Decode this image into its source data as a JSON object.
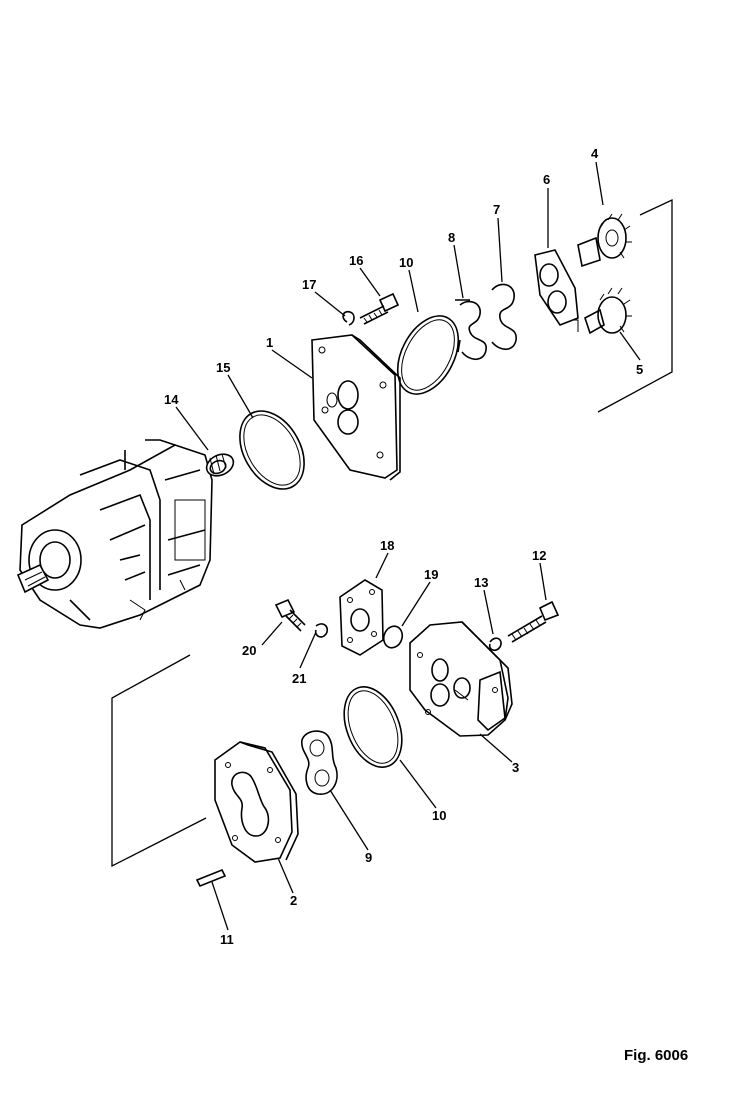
{
  "figure": {
    "caption": "Fig. 6006"
  },
  "callouts": {
    "c1": "1",
    "c2": "2",
    "c3": "3",
    "c4": "4",
    "c5": "5",
    "c6": "6",
    "c7": "7",
    "c8": "8",
    "c9": "9",
    "c10a": "10",
    "c10b": "10",
    "c11": "11",
    "c12": "12",
    "c13": "13",
    "c14": "14",
    "c15": "15",
    "c16": "16",
    "c17": "17",
    "c18": "18",
    "c19": "19",
    "c20": "20",
    "c21": "21"
  }
}
